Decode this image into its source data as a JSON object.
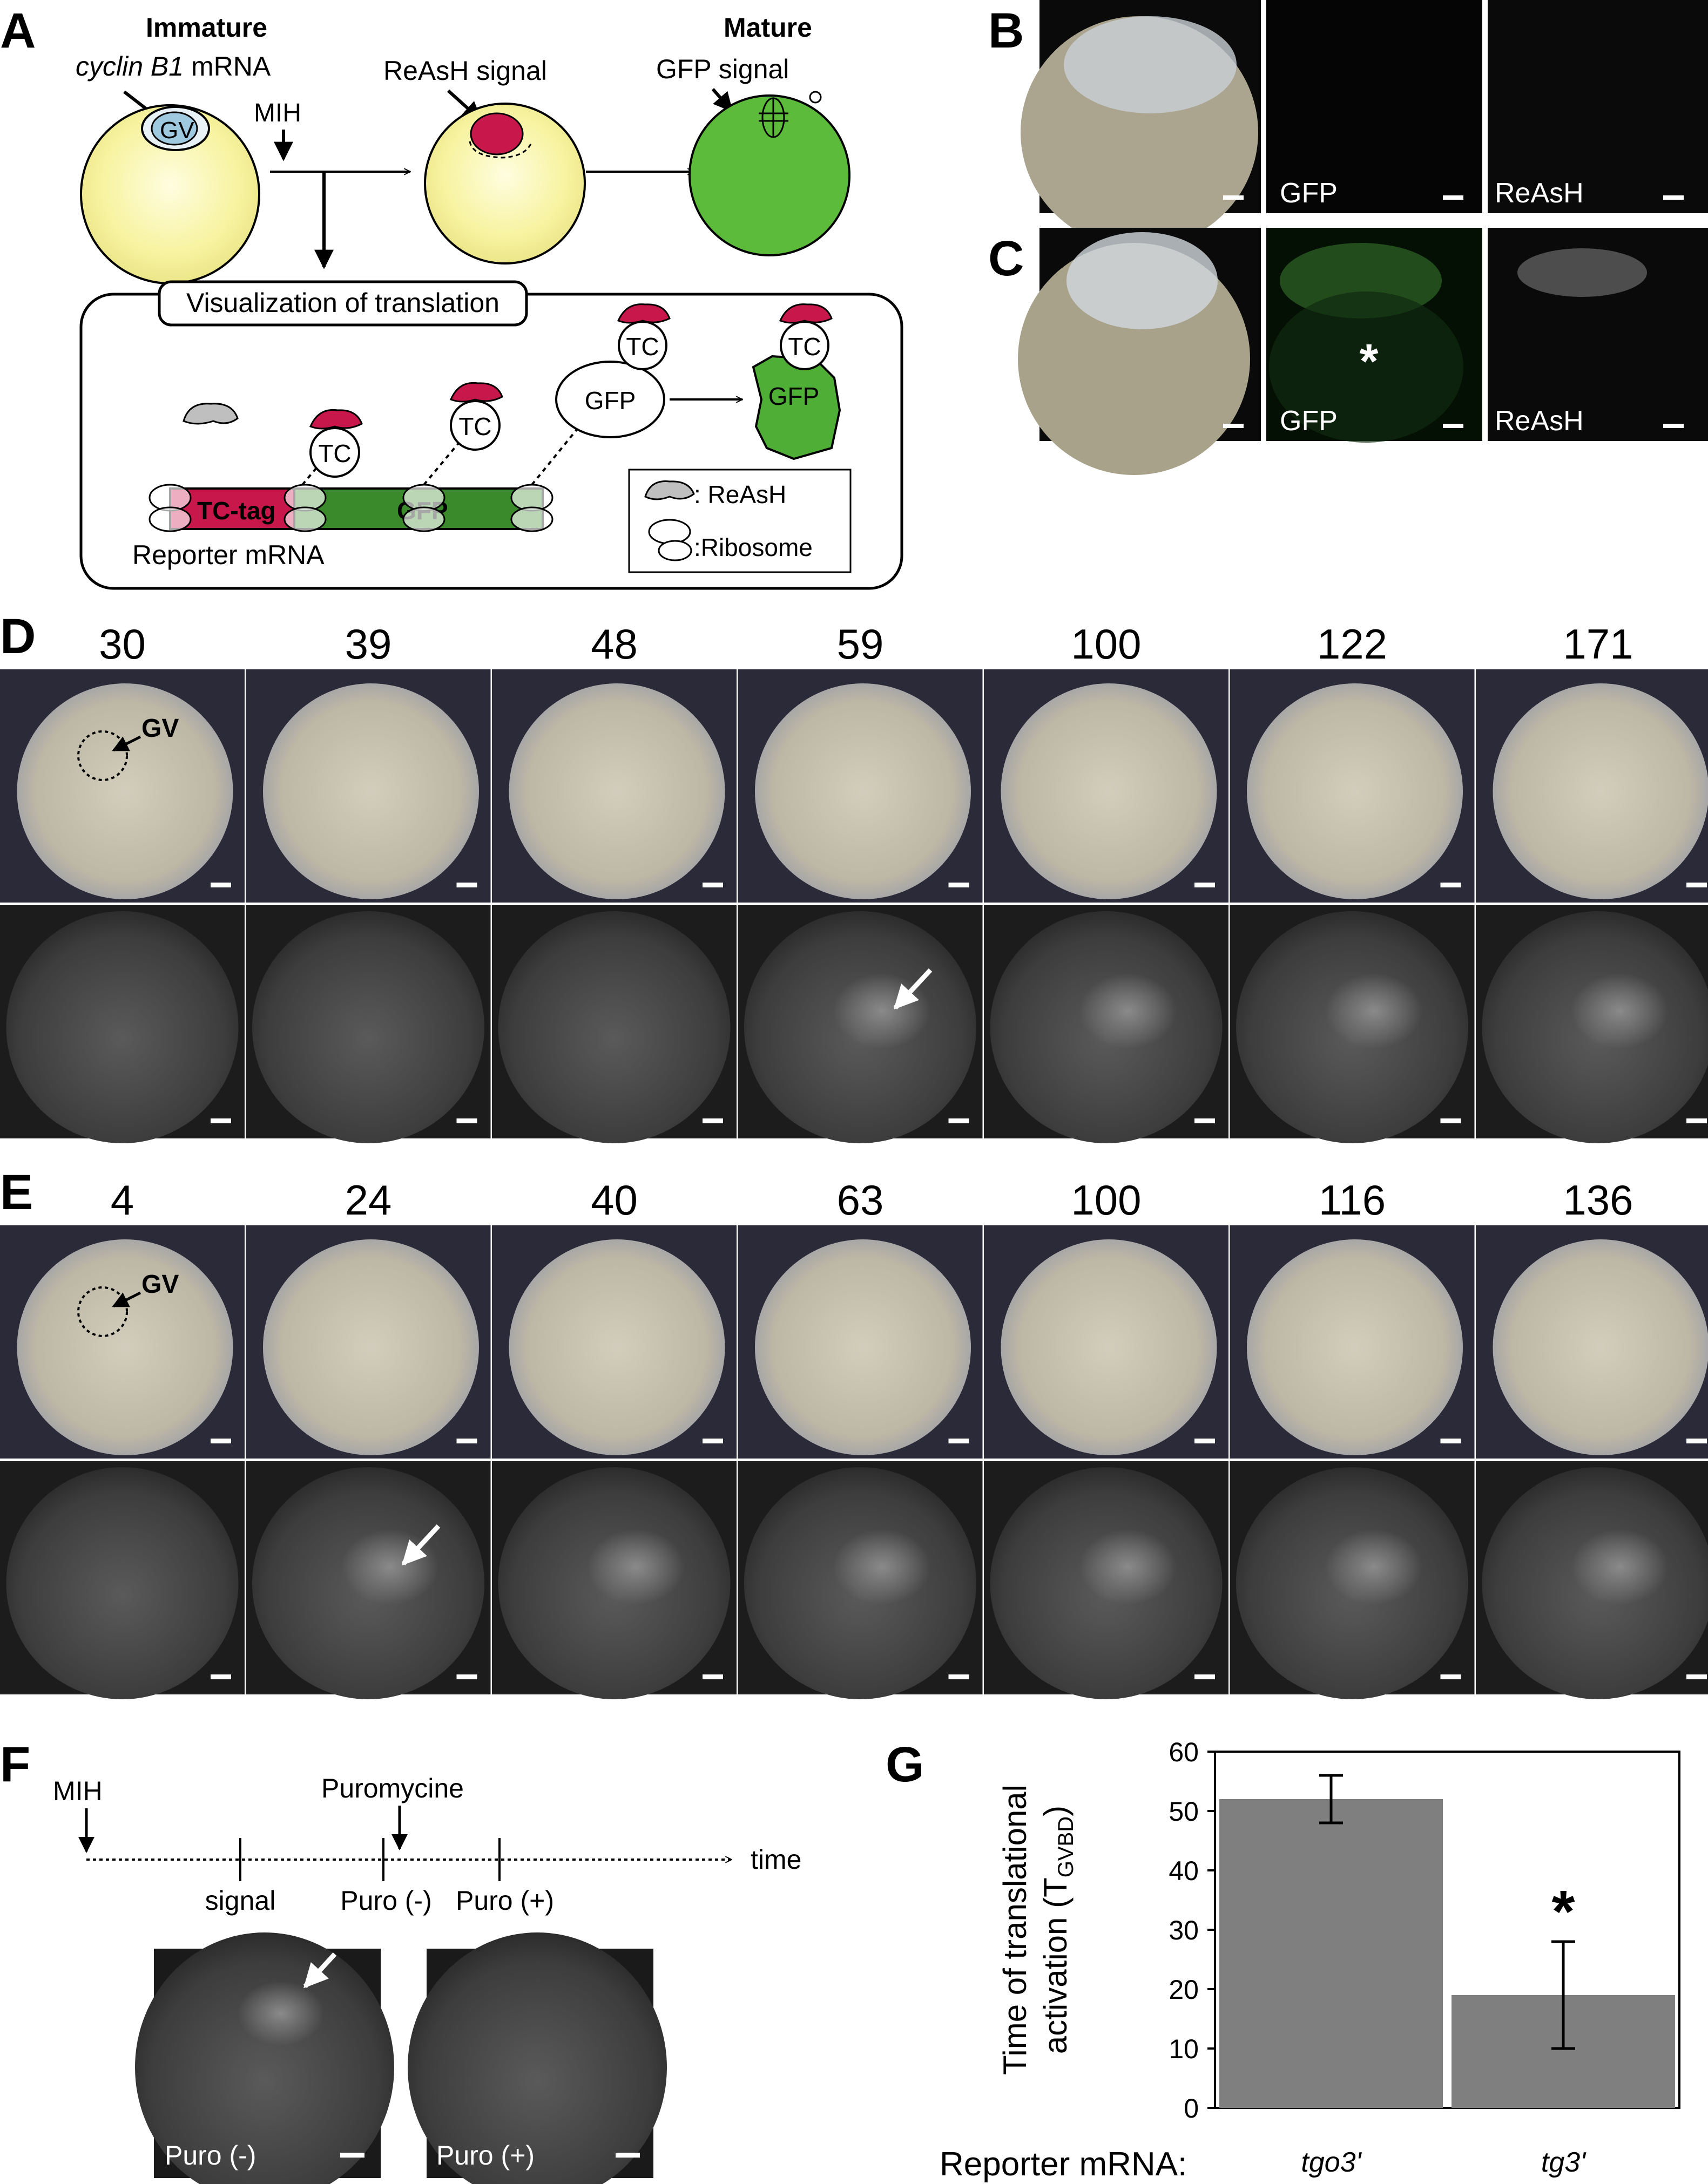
{
  "panel_labels": {
    "A": "A",
    "B": "B",
    "C": "C",
    "D": "D",
    "E": "E",
    "F": "F",
    "G": "G"
  },
  "panel_a": {
    "immature": "Immature",
    "mature": "Mature",
    "cyclin_italic": "cyclin B1",
    "cyclin_suffix": " mRNA",
    "gv": "GV",
    "mih": "MIH",
    "reash_signal": "ReAsH signal",
    "gfp_signal": "GFP signal",
    "visualization": "Visualization of translation",
    "tc": "TC",
    "gfp": "GFP",
    "tc_tag": "TC-tag",
    "reporter_mrna": "Reporter mRNA",
    "legend_reash": ": ReAsH",
    "legend_ribosome": ":Ribosome"
  },
  "panel_bc": {
    "gfp": "GFP",
    "reash": "ReAsH",
    "asterisk": "*"
  },
  "panel_d": {
    "times": [
      "30",
      "39",
      "48",
      "59",
      "100",
      "122",
      "171"
    ],
    "gv": "GV"
  },
  "panel_e": {
    "times": [
      "4",
      "24",
      "40",
      "63",
      "100",
      "116",
      "136"
    ],
    "gv": "GV"
  },
  "panel_f": {
    "mih": "MIH",
    "puromycine": "Puromycine",
    "time": "time",
    "signal": "signal",
    "puro_minus": "Puro (-)",
    "puro_plus": "Puro (+)",
    "img_minus": "Puro (-)",
    "img_plus": "Puro (+)"
  },
  "chart_data": {
    "type": "bar",
    "categories": [
      "tgo3'",
      "tg3'"
    ],
    "values": [
      52,
      19
    ],
    "errors": [
      4,
      9
    ],
    "ylabel_line1": "Time of translational",
    "ylabel_line2": "activation (T",
    "ylabel_sub": "GVBD",
    "ylabel_close": ")",
    "xlabel": "Reporter mRNA:",
    "ylim": [
      0,
      60
    ],
    "yticks": [
      "0",
      "10",
      "20",
      "30",
      "40",
      "50",
      "60"
    ],
    "annotation": "*",
    "bar_color": "#7f7f80",
    "grid": false
  },
  "colors": {
    "yolk": "#f6f3a4",
    "mature": "#5cbb3a",
    "reash": "#c8174a",
    "gfp_bar": "#3a8a2c",
    "gv": "#9ec9df"
  }
}
